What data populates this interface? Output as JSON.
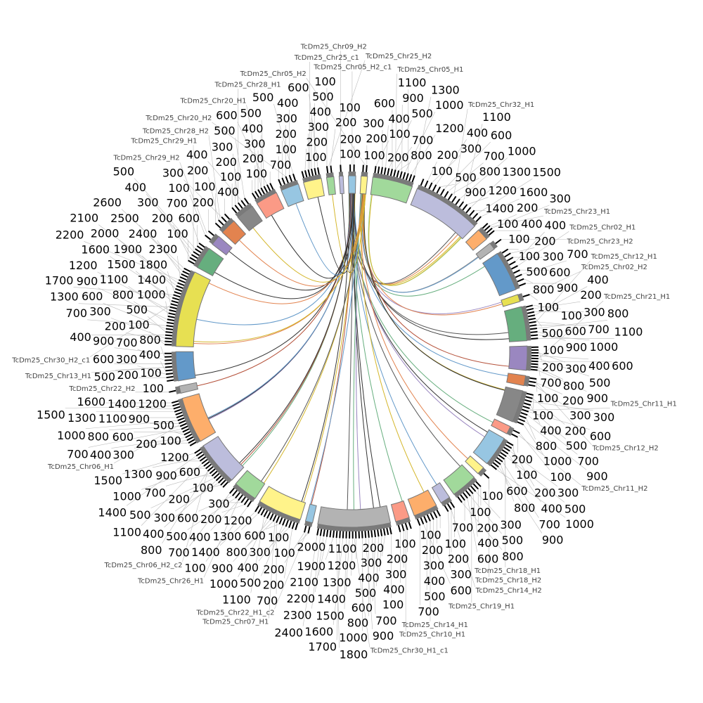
{
  "title": "Circos synteny plot",
  "segments": [
    {
      "name": "TcDm25_Chr05_H2_c1",
      "size": 18,
      "ticks": 2,
      "color": "#97c6e2"
    },
    {
      "name": "TcDm25_Chr05_H2",
      "size": 16,
      "ticks": 2,
      "color": "#fff38a"
    },
    {
      "name": "TcDm25_Chr05_H1",
      "size": 100,
      "ticks": 13,
      "color": "#a1d99b"
    },
    {
      "name": "TcDm25_Chr32_H1",
      "size": 170,
      "ticks": 16,
      "color": "#bcbddc"
    },
    {
      "name": "TcDm25_Chr23_H1",
      "size": 30,
      "ticks": 4,
      "color": "#fdae6b"
    },
    {
      "name": "TcDm25_Chr23_H2",
      "size": 18,
      "ticks": 1,
      "color": "#b3b3b3"
    },
    {
      "name": "TcDm25_Chr02_H1",
      "size": 100,
      "ticks": 9,
      "color": "#6399c9"
    },
    {
      "name": "TcDm25_Chr02_H2",
      "size": 18,
      "ticks": 1,
      "color": "#e7e052"
    },
    {
      "name": "TcDm25_Chr12_H1",
      "size": 85,
      "ticks": 11,
      "color": "#66ae7e"
    },
    {
      "name": "TcDm25_Chr21_H1",
      "size": 60,
      "ticks": 9,
      "color": "#9a87c0"
    },
    {
      "name": "TcDm25_Chr12_H2",
      "size": 25,
      "ticks": 3,
      "color": "#e2834f"
    },
    {
      "name": "TcDm25_Chr11_H1",
      "size": 80,
      "ticks": 10,
      "color": "#878787"
    },
    {
      "name": "TcDm25_Chr11_H2",
      "size": 20,
      "ticks": 2,
      "color": "#fb9a86"
    },
    {
      "name": "TcDm25_Chr18_H1",
      "size": 75,
      "ticks": 10,
      "color": "#97c6e2"
    },
    {
      "name": "TcDm25_Chr18_H2",
      "size": 20,
      "ticks": 1,
      "color": "#fff38a"
    },
    {
      "name": "TcDm25_Chr19_H1",
      "size": 65,
      "ticks": 8,
      "color": "#a1d99b"
    },
    {
      "name": "TcDm25_Chr14_H2",
      "size": 25,
      "ticks": 3,
      "color": "#bcbddc"
    },
    {
      "name": "TcDm25_Chr14_H1",
      "size": 60,
      "ticks": 7,
      "color": "#fdae6b"
    },
    {
      "name": "TcDm25_Chr10_H1",
      "size": 35,
      "ticks": 4,
      "color": "#fb9a86"
    },
    {
      "name": "TcDm25_Chr30_H1_c1",
      "size": 180,
      "ticks": 24,
      "color": "#b3b3b3"
    },
    {
      "name": "TcDm25_Chr22_H1_c2",
      "size": 18,
      "ticks": 2,
      "color": "#97c6e2"
    },
    {
      "name": "TcDm25_Chr07_H1",
      "size": 110,
      "ticks": 14,
      "color": "#fff38a"
    },
    {
      "name": "TcDm25_Chr26_H1",
      "size": 60,
      "ticks": 7,
      "color": "#a1d99b"
    },
    {
      "name": "TcDm25_Chr06_H2_c2",
      "size": 110,
      "ticks": 15,
      "color": "#bcbddc"
    },
    {
      "name": "TcDm25_Chr06_H1",
      "size": 115,
      "ticks": 16,
      "color": "#fdae6b"
    },
    {
      "name": "TcDm25_Chr22_H2",
      "size": 18,
      "ticks": 1,
      "color": "#b3b3b3"
    },
    {
      "name": "TcDm25_Chr13_H1",
      "size": 72,
      "ticks": 9,
      "color": "#6399c9"
    },
    {
      "name": "TcDm25_Chr30_H2_c1",
      "size": 190,
      "ticks": 26,
      "color": "#e7e052"
    },
    {
      "name": "TcDm25_Chr29_H1",
      "size": 55,
      "ticks": 7,
      "color": "#66ae7e"
    },
    {
      "name": "TcDm25_Chr29_H2",
      "size": 25,
      "ticks": 2,
      "color": "#9a87c0"
    },
    {
      "name": "TcDm25_Chr28_H2",
      "size": 40,
      "ticks": 4,
      "color": "#e2834f"
    },
    {
      "name": "TcDm25_Chr28_H1",
      "size": 45,
      "ticks": 5,
      "color": "#878787"
    },
    {
      "name": "TcDm25_Chr20_H1",
      "size": 55,
      "ticks": 7,
      "color": "#fb9a86"
    },
    {
      "name": "TcDm25_Chr20_H2",
      "size": 45,
      "ticks": 5,
      "color": "#97c6e2"
    },
    {
      "name": "TcDm25_Chr25_c1",
      "size": 45,
      "ticks": 6,
      "color": "#fff38a"
    },
    {
      "name": "TcDm25_Chr25_H2",
      "size": 18,
      "ticks": 2,
      "color": "#a1d99b"
    },
    {
      "name": "TcDm25_Chr09_H2",
      "size": 10,
      "ticks": 1,
      "color": "#bcbddc"
    }
  ],
  "links": [
    [
      0,
      0.2,
      3,
      0.95,
      "#d4b62a"
    ],
    [
      0,
      0.3,
      3,
      0.9,
      "#e2834f"
    ],
    [
      0,
      0.4,
      3,
      0.85,
      "#555555"
    ],
    [
      1,
      0.3,
      5,
      0.5,
      "#878787"
    ],
    [
      1,
      0.5,
      5,
      0.6,
      "#6399c9"
    ],
    [
      0,
      0.5,
      6,
      0.1,
      "#66ae7e"
    ],
    [
      0,
      0.6,
      7,
      0.3,
      "#9a87c0"
    ],
    [
      1,
      0.6,
      7,
      0.6,
      "#e2834f"
    ],
    [
      0,
      0.7,
      8,
      0.7,
      "#555555"
    ],
    [
      0,
      0.8,
      8,
      0.9,
      "#333333"
    ],
    [
      1,
      0.7,
      9,
      0.9,
      "#b5523b"
    ],
    [
      0,
      0.9,
      10,
      0.3,
      "#6399c9"
    ],
    [
      1,
      0.8,
      11,
      0.1,
      "#d4b62a"
    ],
    [
      1,
      0.9,
      11,
      0.12,
      "#333333"
    ],
    [
      0,
      0.1,
      12,
      0.5,
      "#66ae7e"
    ],
    [
      0,
      0.15,
      13,
      0.1,
      "#333333"
    ],
    [
      0,
      0.25,
      13,
      0.3,
      "#9a87c0"
    ],
    [
      1,
      0.2,
      14,
      0.5,
      "#e2834f"
    ],
    [
      0,
      0.35,
      15,
      0.1,
      "#555555"
    ],
    [
      0,
      0.45,
      16,
      0.4,
      "#6399c9"
    ],
    [
      1,
      0.4,
      17,
      0.2,
      "#d4b62a"
    ],
    [
      0,
      0.55,
      18,
      0.1,
      "#66ae7e"
    ],
    [
      0,
      0.65,
      19,
      0.1,
      "#333333"
    ],
    [
      0,
      0.7,
      19,
      0.2,
      "#333333"
    ],
    [
      1,
      0.1,
      19,
      0.4,
      "#9a87c0"
    ],
    [
      1,
      0.15,
      19,
      0.5,
      "#66ae7e"
    ],
    [
      0,
      0.75,
      19,
      0.6,
      "#555555"
    ],
    [
      0,
      0.85,
      20,
      0.8,
      "#b5523b"
    ],
    [
      1,
      0.25,
      20,
      0.95,
      "#6399c9"
    ],
    [
      0,
      0.95,
      21,
      0.05,
      "#d4b62a"
    ],
    [
      0,
      0.05,
      21,
      0.1,
      "#333333"
    ],
    [
      1,
      0.35,
      22,
      0.05,
      "#d4b62a"
    ],
    [
      1,
      0.45,
      22,
      0.2,
      "#555555"
    ],
    [
      0,
      0.12,
      23,
      0.05,
      "#66ae7e"
    ],
    [
      0,
      0.18,
      23,
      0.1,
      "#b5523b"
    ],
    [
      0,
      0.22,
      23,
      0.15,
      "#333333"
    ],
    [
      0,
      0.28,
      24,
      0.35,
      "#9a87c0"
    ],
    [
      0,
      0.32,
      24,
      0.37,
      "#333333"
    ],
    [
      0,
      0.38,
      24,
      0.39,
      "#6399c9"
    ],
    [
      0,
      0.42,
      25,
      0.5,
      "#b5523b"
    ],
    [
      0,
      0.48,
      26,
      0.1,
      "#333333"
    ],
    [
      1,
      0.55,
      27,
      0.05,
      "#e2834f"
    ],
    [
      1,
      0.65,
      27,
      0.08,
      "#d4b62a"
    ],
    [
      0,
      0.52,
      27,
      0.4,
      "#6399c9"
    ],
    [
      0,
      0.58,
      27,
      0.95,
      "#e2834f"
    ],
    [
      0,
      0.62,
      28,
      0.2,
      "#333333"
    ],
    [
      0,
      0.68,
      29,
      0.5,
      "#333333"
    ],
    [
      1,
      0.75,
      30,
      0.4,
      "#e2834f"
    ],
    [
      1,
      0.85,
      31,
      0.3,
      "#d4b62a"
    ],
    [
      0,
      0.72,
      32,
      0.3,
      "#333333"
    ],
    [
      0,
      0.78,
      33,
      0.5,
      "#6399c9"
    ],
    [
      0,
      0.82,
      34,
      0.6,
      "#333333"
    ],
    [
      1,
      0.95,
      35,
      0.5,
      "#d4b62a"
    ],
    [
      0,
      0.88,
      36,
      0.5,
      "#333333"
    ],
    [
      2,
      0.02,
      3,
      0.98,
      "#a1d99b"
    ],
    [
      2,
      0.04,
      3,
      0.97,
      "#d4b62a"
    ]
  ]
}
